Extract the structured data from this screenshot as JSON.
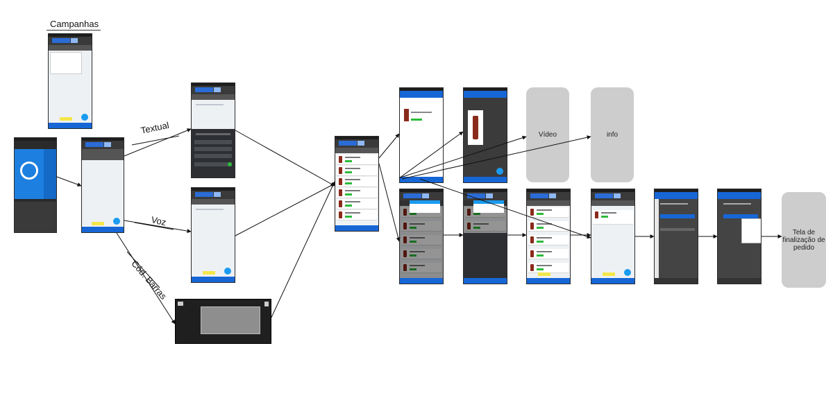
{
  "labels": {
    "campanhas": "Campanhas",
    "textual": "Textual",
    "voz": "Voz",
    "cod_barras": "Cód. Barras",
    "video": "Vídeo",
    "info": "info",
    "tela_finalizacao": "Tela de finalização de pedido"
  },
  "colors": {
    "app_blue": "#1766d6",
    "header_dark": "#3a3a3a",
    "placeholder_gray": "#cdcdcd",
    "yellow_tag": "#f4e64a",
    "price_green": "#2cbb3a"
  }
}
